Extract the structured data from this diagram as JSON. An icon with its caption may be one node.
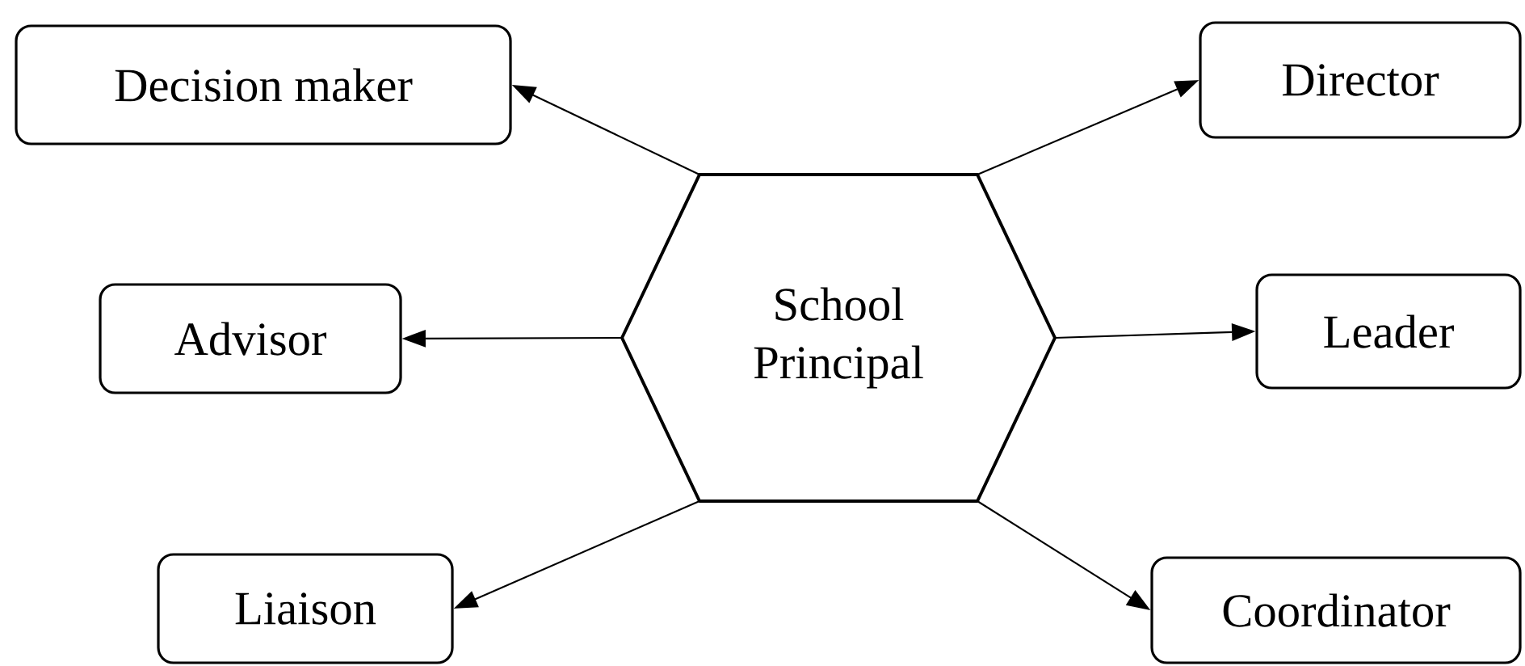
{
  "diagram": {
    "nodes": [
      {
        "text": [
          "School Principal"
        ]
      },
      {
        "text": [
          "Decision maker"
        ]
      },
      {
        "text": [
          "Director"
        ]
      },
      {
        "text": [
          "Advisor"
        ]
      },
      {
        "text": [
          "Leader"
        ]
      },
      {
        "text": [
          "Liaison"
        ]
      },
      {
        "text": [
          "Coordinator"
        ]
      }
    ],
    "edges": [
      {
        "from": 0,
        "to": 1,
        "arrow": "to"
      },
      {
        "from": 0,
        "to": 2,
        "arrow": "to"
      },
      {
        "from": 0,
        "to": 3,
        "arrow": "to"
      },
      {
        "from": 0,
        "to": 4,
        "arrow": "to"
      },
      {
        "from": 0,
        "to": 5,
        "arrow": "to"
      },
      {
        "from": 0,
        "to": 6,
        "arrow": "to"
      }
    ]
  }
}
